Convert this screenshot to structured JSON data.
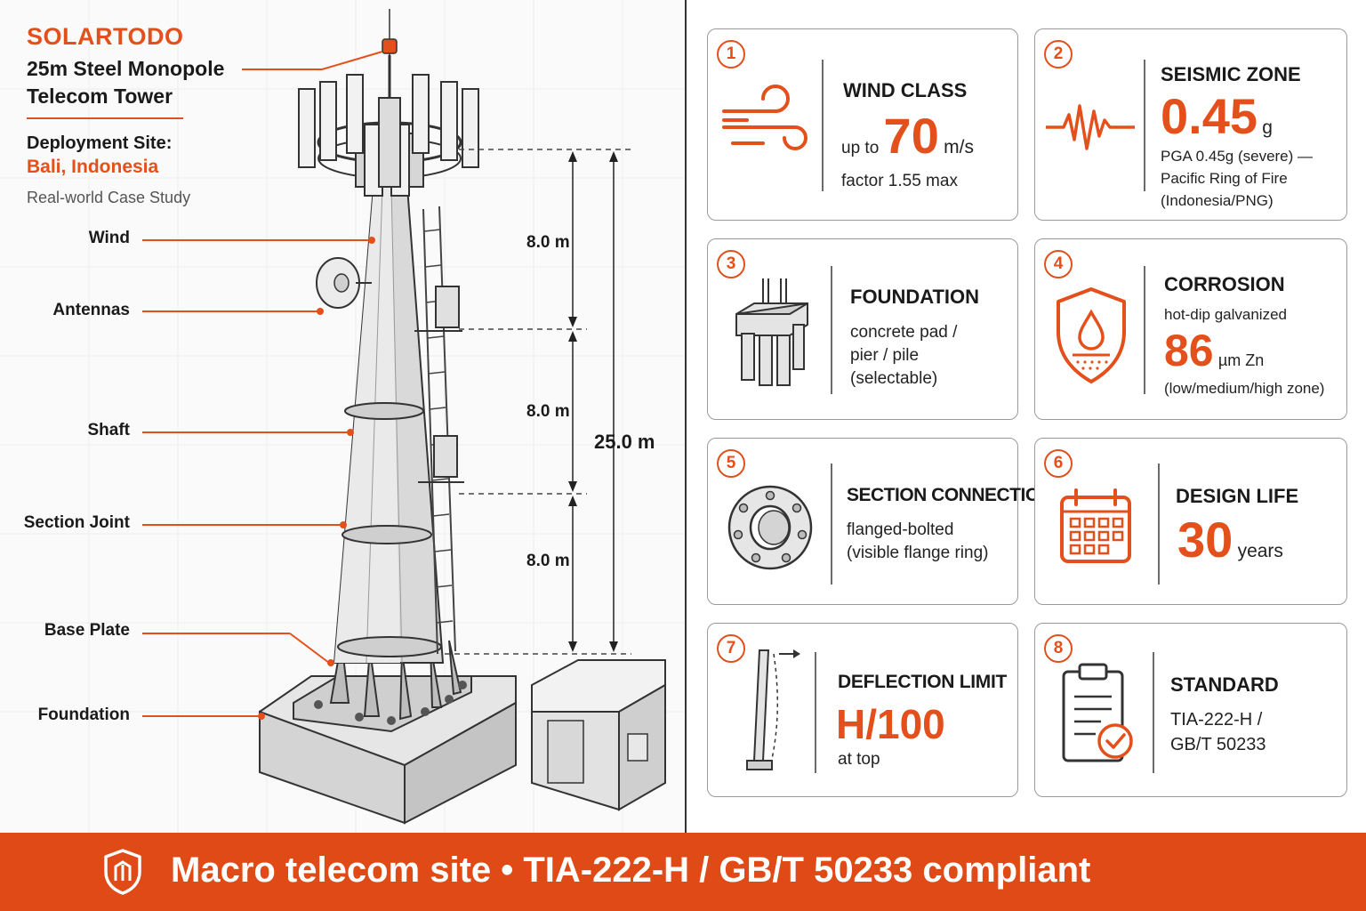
{
  "header": {
    "brand": "SOLARTODO",
    "title_line1": "25m Steel Monopole",
    "title_line2": "Telecom Tower",
    "site_label": "Deployment Site:",
    "site_value": "Bali, Indonesia",
    "case_label": "Real-world Case Study"
  },
  "tower": {
    "labels": [
      "Wind",
      "Antennas",
      "Shaft",
      "Section Joint",
      "Base Plate",
      "Foundation"
    ],
    "section_dims": [
      "8.0 m",
      "8.0 m",
      "8.0 m"
    ],
    "total_height": "25.0 m"
  },
  "cards": [
    {
      "num": "1",
      "icon": "wind-icon",
      "title": "WIND CLASS",
      "pre": "up to",
      "value": "70",
      "unit": "m/s",
      "note": "factor 1.55 max"
    },
    {
      "num": "2",
      "icon": "seismic-wave-icon",
      "title": "SEISMIC ZONE",
      "value": "0.45",
      "unit": "g",
      "lines": [
        "PGA 0.45g (severe) —",
        "Pacific Ring of Fire",
        "(Indonesia/PNG)"
      ]
    },
    {
      "num": "3",
      "icon": "foundation-pile-icon",
      "title": "FOUNDATION",
      "lines": [
        "concrete pad /",
        "pier / pile",
        "(selectable)"
      ]
    },
    {
      "num": "4",
      "icon": "shield-droplet-icon",
      "title": "CORROSION",
      "pre": "hot-dip galvanized",
      "value": "86",
      "unit": "µm Zn",
      "note": "(low/medium/high zone)"
    },
    {
      "num": "5",
      "icon": "flange-ring-icon",
      "title": "SECTION CONNECTION",
      "lines": [
        "flanged-bolted",
        "(visible flange ring)"
      ]
    },
    {
      "num": "6",
      "icon": "calendar-icon",
      "title": "DESIGN LIFE",
      "value": "30",
      "unit": "years"
    },
    {
      "num": "7",
      "icon": "deflected-pole-icon",
      "title": "DEFLECTION LIMIT",
      "value": "H/100",
      "note": "at top"
    },
    {
      "num": "8",
      "icon": "clipboard-check-icon",
      "title": "STANDARD",
      "lines": [
        "TIA-222-H /",
        "GB/T 50233"
      ]
    }
  ],
  "footer": {
    "text": "Macro telecom site • TIA-222-H / GB/T 50233 compliant",
    "icon": "shield-logo-icon"
  },
  "colors": {
    "accent": "#e4501b",
    "footer_bg": "#e04a17"
  }
}
